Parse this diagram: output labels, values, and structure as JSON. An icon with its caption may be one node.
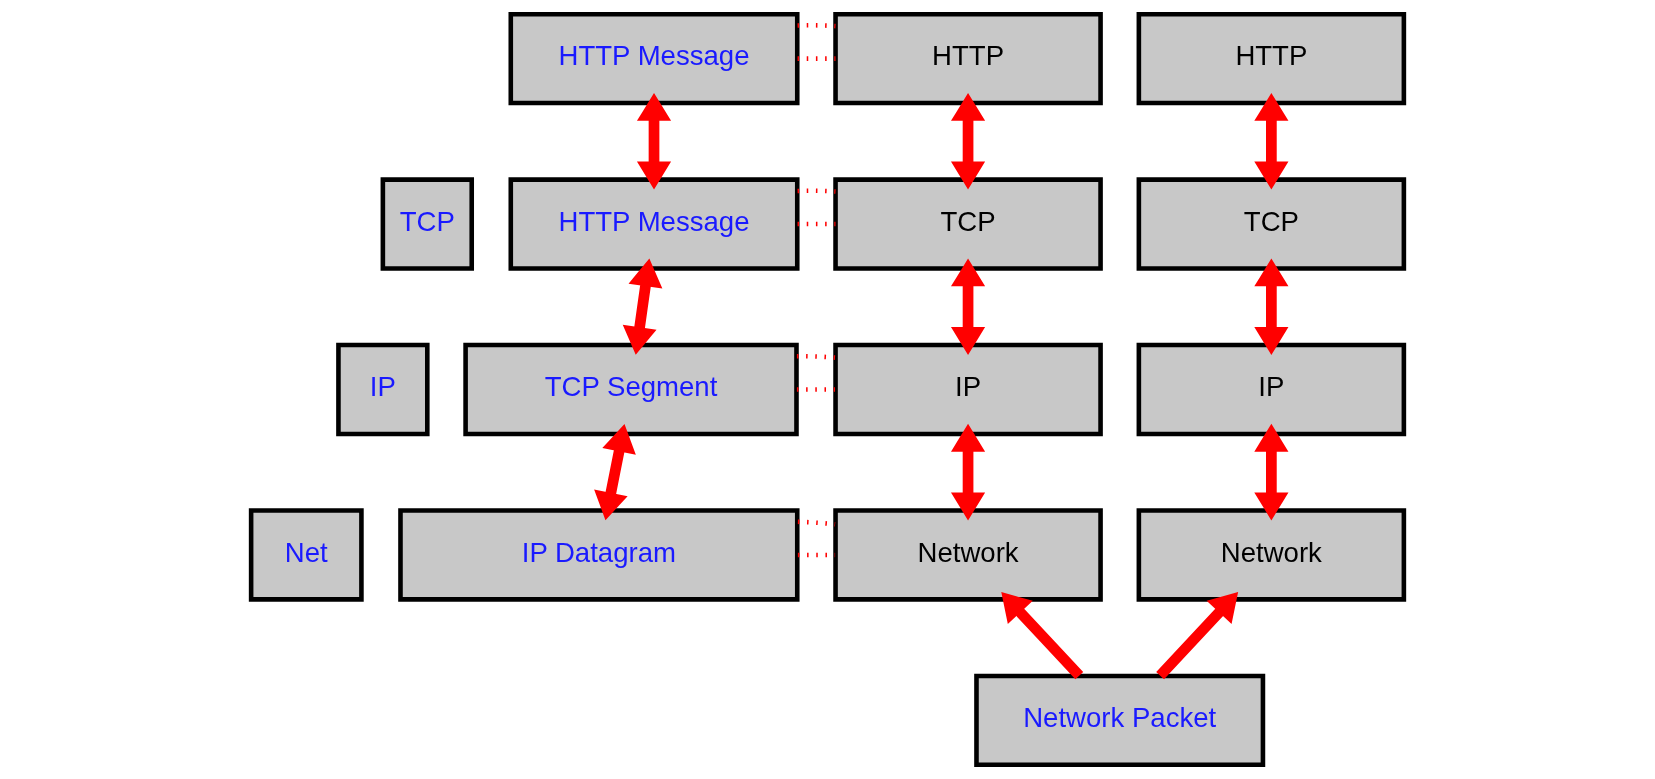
{
  "diagram": {
    "nodes": [
      {
        "text": [
          "HTTP Message"
        ]
      },
      {
        "text": [
          "HTTP"
        ]
      },
      {
        "text": [
          "HTTP"
        ]
      },
      {
        "text": [
          "TCP"
        ]
      },
      {
        "text": [
          "HTTP Message"
        ]
      },
      {
        "text": [
          "TCP"
        ]
      },
      {
        "text": [
          "TCP"
        ]
      },
      {
        "text": [
          "IP"
        ]
      },
      {
        "text": [
          "TCP Segment"
        ]
      },
      {
        "text": [
          "IP"
        ]
      },
      {
        "text": [
          "IP"
        ]
      },
      {
        "text": [
          "Net"
        ]
      },
      {
        "text": [
          "IP Datagram"
        ]
      },
      {
        "text": [
          "Network"
        ]
      },
      {
        "text": [
          "Network"
        ]
      },
      {
        "text": [
          "Network Packet"
        ]
      }
    ],
    "edges": [
      {
        "from": 0,
        "to": 4,
        "arrow": "both"
      },
      {
        "from": 4,
        "to": 8,
        "arrow": "both"
      },
      {
        "from": 8,
        "to": 12,
        "arrow": "both"
      },
      {
        "from": 1,
        "to": 5,
        "arrow": "both"
      },
      {
        "from": 5,
        "to": 9,
        "arrow": "both"
      },
      {
        "from": 9,
        "to": 13,
        "arrow": "both"
      },
      {
        "from": 2,
        "to": 6,
        "arrow": "both"
      },
      {
        "from": 6,
        "to": 10,
        "arrow": "both"
      },
      {
        "from": 10,
        "to": 14,
        "arrow": "both"
      },
      {
        "from": 15,
        "to": 13,
        "arrow": "to"
      },
      {
        "from": 15,
        "to": 14,
        "arrow": "to"
      },
      {
        "from": 0,
        "to": 1,
        "arrow": "none",
        "style": "dashed"
      },
      {
        "from": 0,
        "to": 1,
        "arrow": "none",
        "style": "dashed"
      },
      {
        "from": 4,
        "to": 5,
        "arrow": "none",
        "style": "dashed"
      },
      {
        "from": 4,
        "to": 5,
        "arrow": "none",
        "style": "dashed"
      },
      {
        "from": 8,
        "to": 9,
        "arrow": "none",
        "style": "dashed"
      },
      {
        "from": 8,
        "to": 9,
        "arrow": "none",
        "style": "dashed"
      },
      {
        "from": 12,
        "to": 13,
        "arrow": "none",
        "style": "dashed"
      },
      {
        "from": 12,
        "to": 13,
        "arrow": "none",
        "style": "dashed"
      }
    ]
  }
}
